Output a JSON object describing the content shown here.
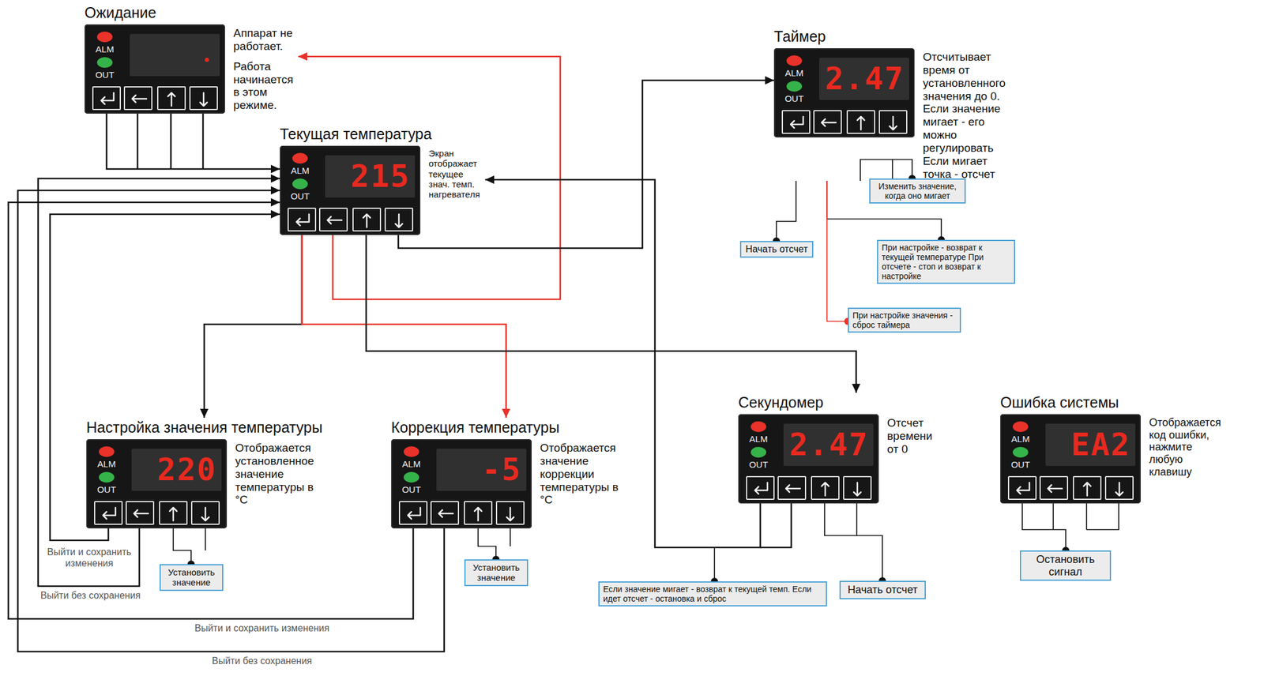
{
  "diagram": {
    "nodes": [
      {
        "text": [
          "Ожидание",
          "ALM",
          "OUT",
          "Аппарат не работает.",
          "Работа начинается в этом режиме."
        ]
      },
      {
        "text": [
          "Текущая температура",
          "ALM",
          "OUT",
          "215",
          "Экран отображает текущее знач. темп. нагревателя"
        ]
      },
      {
        "text": [
          "Таймер",
          "ALM",
          "OUT",
          "2.47",
          "Отсчитывает время от установленного значения до 0. Если значение мигает - его можно регулировать Если мигает точка - отсчет"
        ]
      },
      {
        "text": [
          "Настройка значения температуры",
          "ALM",
          "OUT",
          "220",
          "Отображается установленное значение температуры в °С"
        ]
      },
      {
        "text": [
          "Коррекция температуры",
          "ALM",
          "OUT",
          "-5",
          "Отображается значение коррекции температуры в °С"
        ]
      },
      {
        "text": [
          "Секундомер",
          "ALM",
          "OUT",
          "2.47",
          "Отсчет времени от 0"
        ]
      },
      {
        "text": [
          "Ошибка системы",
          "ALM",
          "OUT",
          "EA2",
          "Отображается код ошибки, нажмите любую клавишу"
        ]
      },
      {
        "text": [
          "Изменить значение, когда оно мигает"
        ]
      },
      {
        "text": [
          "Начать отсчет"
        ]
      },
      {
        "text": [
          "При настройке - возврат к текущей температуре При отсчете - стоп и возврат к настройке"
        ]
      },
      {
        "text": [
          "При настройке значения - сброс таймера"
        ]
      },
      {
        "text": [
          "Установить значение"
        ]
      },
      {
        "text": [
          "Установить значение"
        ]
      },
      {
        "text": [
          "Если значение мигает - возврат к текущей темп. Если идет отсчет - остановка и сброс"
        ]
      },
      {
        "text": [
          "Начать отсчет"
        ]
      },
      {
        "text": [
          "Остановить сигнал"
        ]
      }
    ],
    "edges": [
      {
        "from": 0,
        "to": 1,
        "arrow": "to"
      },
      {
        "from": 1,
        "to": 0,
        "arrow": "to"
      },
      {
        "from": 1,
        "to": 3,
        "arrow": "to"
      },
      {
        "from": 1,
        "to": 4,
        "arrow": "to"
      },
      {
        "from": 1,
        "to": 5,
        "arrow": "to"
      },
      {
        "from": 1,
        "to": 2,
        "arrow": "to"
      },
      {
        "from": 3,
        "to": 1,
        "label": "Выйти и сохранить изменения",
        "arrow": "to"
      },
      {
        "from": 3,
        "to": 1,
        "label": "Выйти без сохранения",
        "arrow": "to"
      },
      {
        "from": 4,
        "to": 1,
        "label": "Выйти и сохранить изменения",
        "arrow": "to"
      },
      {
        "from": 4,
        "to": 1,
        "label": "Выйти без сохранения",
        "arrow": "to"
      },
      {
        "from": 5,
        "to": 1,
        "arrow": "to"
      },
      {
        "from": 2,
        "to": 7,
        "arrow": "none"
      },
      {
        "from": 2,
        "to": 8,
        "arrow": "none"
      },
      {
        "from": 2,
        "to": 9,
        "arrow": "none"
      },
      {
        "from": 2,
        "to": 10,
        "arrow": "none"
      },
      {
        "from": 3,
        "to": 11,
        "arrow": "none"
      },
      {
        "from": 4,
        "to": 12,
        "arrow": "none"
      },
      {
        "from": 5,
        "to": 13,
        "arrow": "none"
      },
      {
        "from": 5,
        "to": 14,
        "arrow": "none"
      },
      {
        "from": 6,
        "to": 15,
        "arrow": "none"
      }
    ]
  }
}
